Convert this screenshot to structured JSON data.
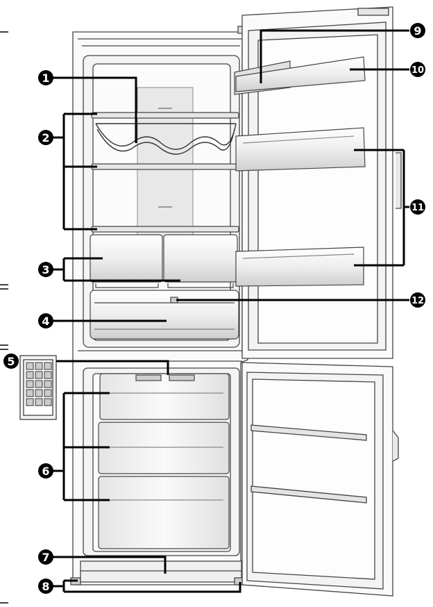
{
  "callouts": [
    {
      "id": "1",
      "label": "1"
    },
    {
      "id": "2",
      "label": "2"
    },
    {
      "id": "3",
      "label": "3"
    },
    {
      "id": "4",
      "label": "4"
    },
    {
      "id": "5",
      "label": "5"
    },
    {
      "id": "6",
      "label": "6"
    },
    {
      "id": "7",
      "label": "7"
    },
    {
      "id": "8",
      "label": "8"
    },
    {
      "id": "9",
      "label": "9"
    },
    {
      "id": "10",
      "label": "10"
    },
    {
      "id": "11",
      "label": "11"
    },
    {
      "id": "12",
      "label": "12"
    }
  ],
  "colors": {
    "line": "#000000",
    "outline": "#444444",
    "fill_light": "#f2f2f2",
    "fill_mid": "#dddddd",
    "fill_dark": "#bfbfbf",
    "background": "#ffffff"
  }
}
